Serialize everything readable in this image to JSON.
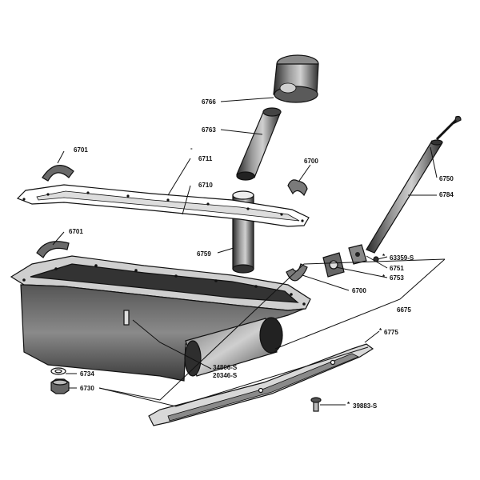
{
  "labels": {
    "p6766": "6766",
    "p6763": "6763",
    "p6701a": "6701",
    "p6711": "6711",
    "p6710": "6710",
    "p6700a": "6700",
    "p6750": "6750",
    "p6784": "6784",
    "p6701b": "6701",
    "p6759": "6759",
    "p63359": "63359-S",
    "p6751": "6751",
    "p6753": "6753",
    "p6700b": "6700",
    "p6675": "6675",
    "p6775": "6775",
    "p34806": "34806-S",
    "p20346": "20346-S",
    "p6734": "6734",
    "p6730": "6730",
    "p39883": "39883-S"
  },
  "markers": {
    "star": "*",
    "dash": "-"
  },
  "colors": {
    "ink": "#111111",
    "metal_dark": "#3a3a3a",
    "metal_mid": "#6e6e6e",
    "metal_light": "#bdbdbd",
    "paper": "#ffffff"
  }
}
